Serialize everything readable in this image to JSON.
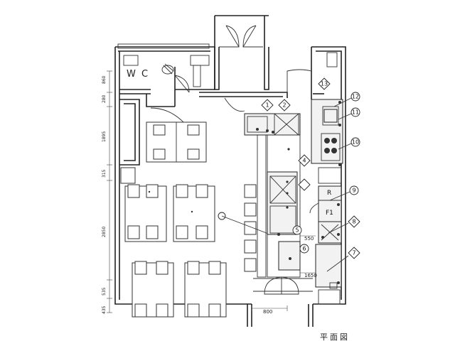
{
  "rooms": {
    "wc": "W C"
  },
  "equipment_markers": [
    "1",
    "2",
    "4",
    "5",
    "6",
    "7",
    "8",
    "9",
    "10",
    "11",
    "12",
    "13"
  ],
  "equipment_letters": {
    "refrigerator": "R",
    "freezer": "F1"
  },
  "dimensions_left": [
    "860",
    "280",
    "1895",
    "315",
    "2850",
    "535",
    "435"
  ],
  "dimensions_bottom": {
    "entry_width": "800"
  },
  "dimensions_kitchen": {
    "d1": "550",
    "d2": "1650"
  },
  "cut_title": "平面図"
}
